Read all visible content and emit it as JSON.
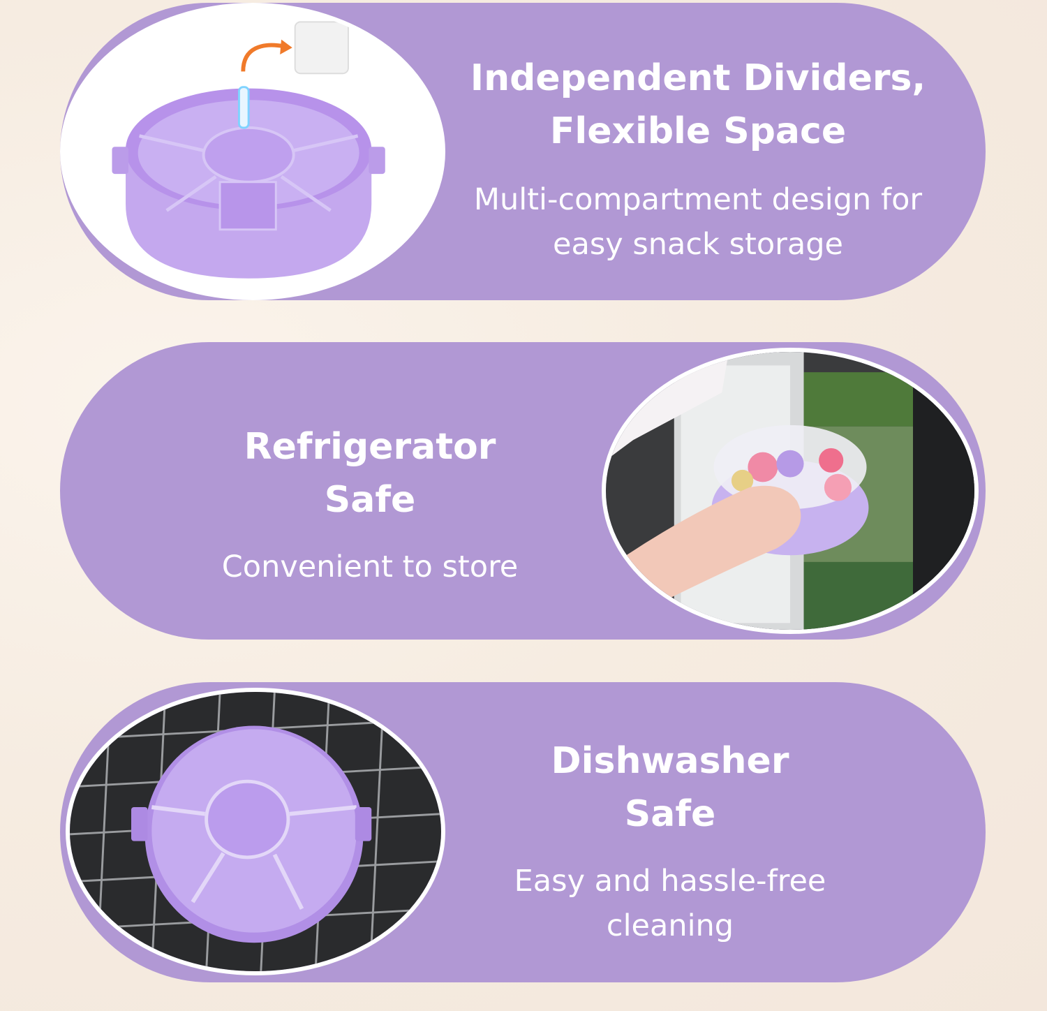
{
  "features": [
    {
      "title_lines": [
        "Independent Dividers,",
        "Flexible Space"
      ],
      "subtitle_lines": [
        "Multi-compartment design for",
        "easy snack storage"
      ]
    },
    {
      "title_lines": [
        "Refrigerator",
        "Safe"
      ],
      "subtitle_lines": [
        "Convenient to store"
      ]
    },
    {
      "title_lines": [
        "Dishwasher",
        "Safe"
      ],
      "subtitle_lines": [
        "Easy and hassle-free",
        "cleaning"
      ]
    }
  ],
  "colors": {
    "pill": "#b198d4",
    "text": "#ffffff",
    "product": "#c6aef0"
  }
}
